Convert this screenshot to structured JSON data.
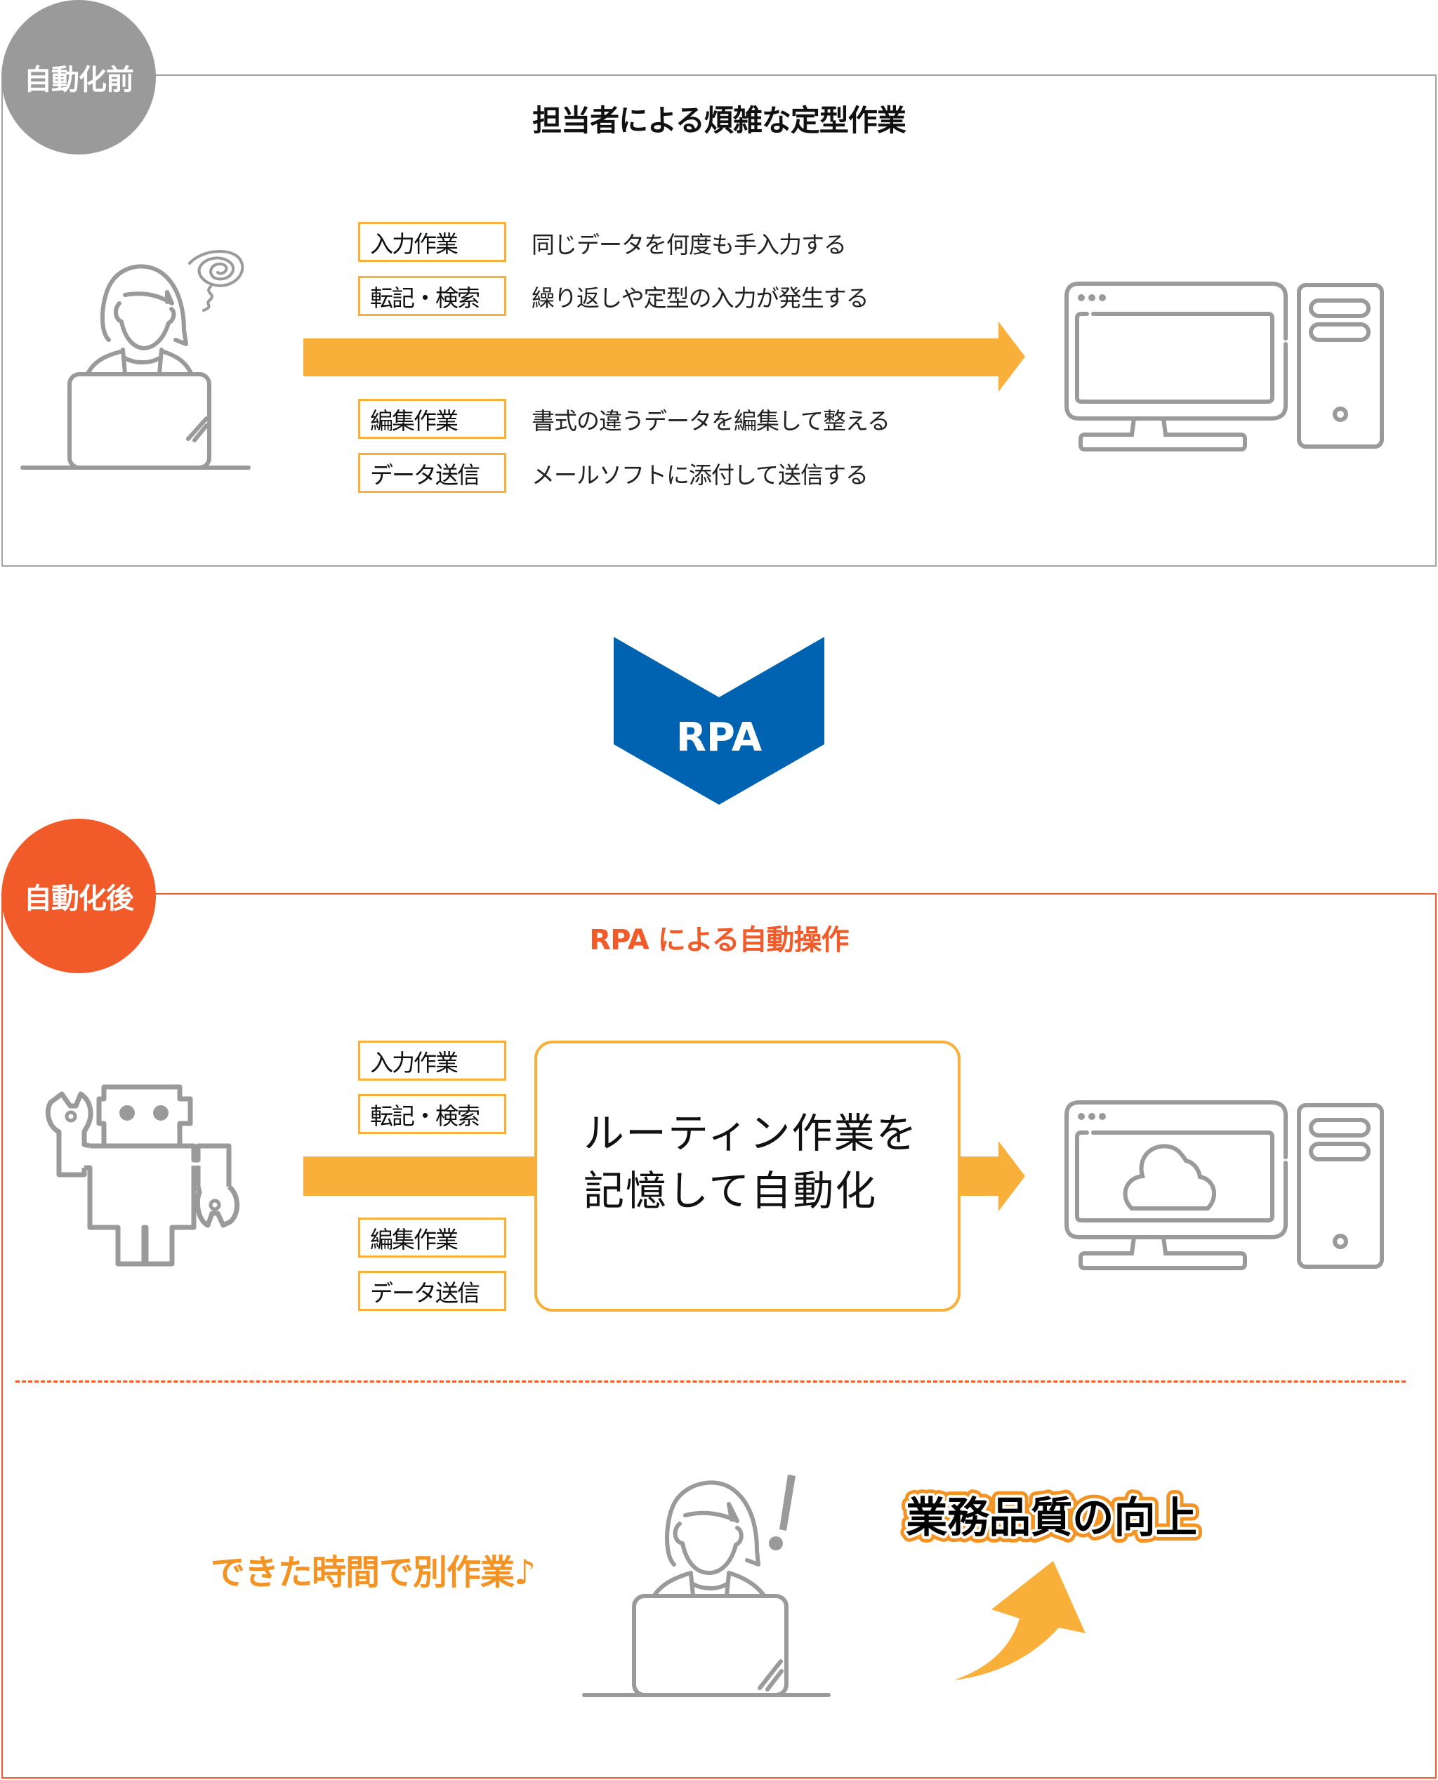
{
  "before": {
    "badge": "自動化前",
    "heading": "担当者による煩雑な定型作業",
    "tasks": [
      {
        "tag": "入力作業",
        "desc": "同じデータを何度も手入力する"
      },
      {
        "tag": "転記・検索",
        "desc": "繰り返しや定型の入力が発生する"
      },
      {
        "tag": "編集作業",
        "desc": "書式の違うデータを編集して整える"
      },
      {
        "tag": "データ送信",
        "desc": "メールソフトに添付して送信する"
      }
    ],
    "icons": {
      "actor": "stressed-worker-icon",
      "target": "desktop-computer-icon"
    }
  },
  "transition": {
    "label": "RPA",
    "icon": "chevron-down-icon"
  },
  "after": {
    "badge": "自動化後",
    "heading": "RPA による自動操作",
    "tasks": [
      "入力作業",
      "転記・検索",
      "編集作業",
      "データ送信"
    ],
    "center_box": {
      "line1": "ルーティン作業を",
      "line2": "記憶して自動化"
    },
    "free_time_text": "できた時間で別作業♪",
    "quality_text": "業務品質の向上",
    "icons": {
      "actor": "robot-icon",
      "target": "desktop-cloud-computer-icon",
      "worker": "surprised-worker-icon",
      "up": "curved-up-arrow-icon"
    }
  },
  "colors": {
    "gray": "#9a9a9a",
    "orange_arrow": "#f9b03b",
    "orange_accent": "#f15a29",
    "orange_text": "#f39324",
    "rpa_blue": "#0063b1"
  }
}
